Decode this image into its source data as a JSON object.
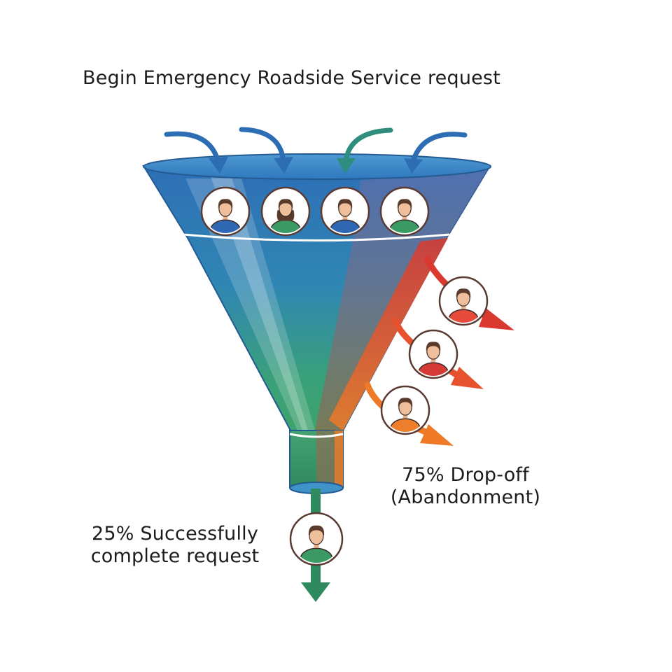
{
  "title": "Begin Emergency Roadside Service request",
  "success": {
    "line1": "25% Successfully",
    "line2": "complete request",
    "percent": 25
  },
  "dropoff": {
    "line1": "75% Drop-off",
    "line2": "(Abandonment)",
    "percent": 75
  },
  "entry_people": [
    {
      "icon": "person-male-icon",
      "shirt": "#2f67b2"
    },
    {
      "icon": "person-female-icon",
      "shirt": "#3a9a63"
    },
    {
      "icon": "person-male-icon",
      "shirt": "#2f67b2"
    },
    {
      "icon": "person-male-icon",
      "shirt": "#3a9a63"
    }
  ],
  "dropoff_people": [
    {
      "icon": "person-male-icon",
      "shirt": "#e64b3c"
    },
    {
      "icon": "person-male-icon",
      "shirt": "#d53b34"
    },
    {
      "icon": "person-male-icon",
      "shirt": "#ee7e2c"
    }
  ],
  "success_person": {
    "icon": "person-male-icon",
    "shirt": "#3b9a64"
  },
  "colors": {
    "funnel_blue": "#2f73b8",
    "funnel_green": "#3aa17a",
    "dropoff_red": "#e2463a",
    "dropoff_orange": "#ee7a28",
    "success_green": "#2f8a5f"
  }
}
